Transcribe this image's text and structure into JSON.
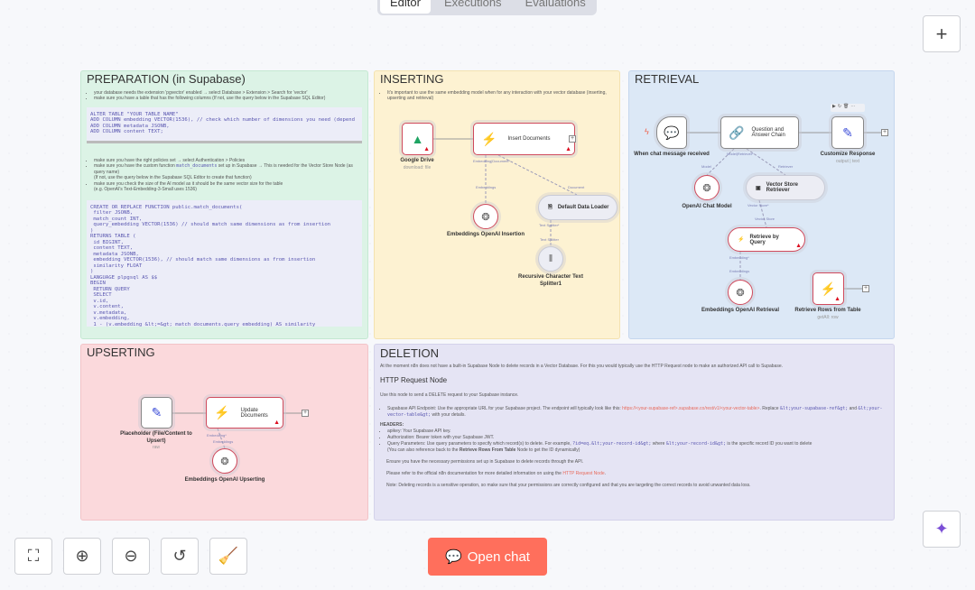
{
  "tabs": [
    "Editor",
    "Executions",
    "Evaluations"
  ],
  "active_tab": "Editor",
  "colors": {
    "open_chat": "#ff6f5c",
    "error": "#d04a5c",
    "preparation": "#dcf3e6",
    "inserting": "#fdf2d2",
    "retrieval": "#dce8f6",
    "upserting": "#fbd9dc",
    "deletion": "#e5e4f4"
  },
  "preparation": {
    "title": "PREPARATION (in Supabase)",
    "bullets1": [
      "your database needs the extension 'pgvector' enabled → select Database > Extension > Search for 'vector'",
      "make sure you have a table that has the following columns (If not, use the query below in the Supabase SQL Editor)"
    ],
    "code1": "ALTER TABLE \"YOUR TABLE NAME\"\nADD COLUMN embedding VECTOR(1536), // check which number of dimensions you need (depend\nADD COLUMN metadata JSONB,\nADD COLUMN content TEXT;",
    "bullet_policies": "make sure you have the right policies set → select Authentication > Policies",
    "bullet_func_pre": "make sure you have the custom function ",
    "bullet_func_code": "match_documents",
    "bullet_func_post": " set up in Supabase → This is needed for the Vector Store Node (as query name)",
    "bullet_func_note": "(If not, use the query below in the Supabase SQL Editor to create that function)",
    "bullet_size": "make sure you check the size of the AI model as it should be the same vector size for the table",
    "bullet_size_note": "(e.g. OpenAI's Text-Embedding-3-Small uses 1536)",
    "code2": "CREATE OR REPLACE FUNCTION public.match_documents(\n filter JSONB,\n match_count INT,\n query_embedding VECTOR(1536) // should match same dimensions as from insertion\n)\nRETURNS TABLE (\n id BIGINT,\n content TEXT,\n metadata JSONB,\n embedding VECTOR(1536), // should match same dimensions as from insertion\n similarity FLOAT\n)\nLANGUAGE plpgsql AS $$\nBEGIN\n RETURN QUERY\n SELECT\n v.id,\n v.content,\n v.metadata,\n v.embedding,\n 1 - (v.embedding &lt;=&gt; match_documents.query_embedding) AS similarity\n FROM \"YOUR TABLE NAME\" v"
  },
  "inserting": {
    "title": "INSERTING",
    "bullet": "It's important to use the same embedding model when for any interaction with your vector database (inserting, upserting and retrieval)",
    "google_drive": "Google Drive",
    "google_drive_sub": "download: file",
    "insert_documents": "Insert Documents",
    "embeddings": "Embeddings OpenAI Insertion",
    "data_loader": "Default Data Loader",
    "splitter": "Recursive Character Text Splitter1",
    "port_embed_doc": "Embedding|Document*",
    "port_embeddings": "Embeddings",
    "port_document": "Document",
    "port_text_splitter_req": "Text Splitter*",
    "port_text_splitter": "Text Splitter"
  },
  "retrieval": {
    "title": "RETRIEVAL",
    "trigger": "When chat message received",
    "qa_chain": "Question and Answer Chain",
    "customize": "Customize Response",
    "customize_sub": "output | text",
    "chat_model": "OpenAI Chat Model",
    "vs_retriever": "Vector Store Retriever",
    "retrieve_query": "Retrieve by Query",
    "embeddings": "Embeddings OpenAI Retrieval",
    "retrieve_rows": "Retrieve Rows from Table",
    "retrieve_rows_sub": "getAll: row",
    "port_model_retriever": "Model|Retriever*",
    "port_model": "Model",
    "port_retriever": "Retriever",
    "port_vector_store_req": "Vector Store*",
    "port_vector_store": "Vector Store",
    "port_embedding_req": "Embedding*",
    "port_embeddings": "Embeddings"
  },
  "upserting": {
    "title": "UPSERTING",
    "placeholder": "Placeholder (File/Content to Upsert)",
    "placeholder_sub": "raw",
    "update_documents": "Update Documents",
    "embeddings": "Embeddings OpenAI Upserting",
    "port_embedding_req": "Embedding*",
    "port_embeddings": "Embeddings"
  },
  "deletion": {
    "title": "DELETION",
    "intro": "At the moment n8n does not have a built-in Supabase Node to delete records in a Vector Database. For this you would typically use the HTTP Request node to make an authorized API call to Supabase.",
    "heading": "HTTP Request Node",
    "use": "Use this node to send a DELETE request to your Supabase instance.",
    "endpoint_pre": "Supabase API Endpoint: Use the appropriate URL for your Supabase project. The endpoint will typically look like this: ",
    "endpoint_url": "https://<your-supabase-ref>.supabase.co/rest/v1/<your-vector-table>",
    "endpoint_mid": ". Replace ",
    "endpoint_code1": "&lt;your-supabase-ref&gt;",
    "endpoint_and": " and ",
    "endpoint_code2": "&lt;your-vector-table&gt;",
    "endpoint_post": " with your details.",
    "headers": "HEADERS:",
    "h_apikey": "apikey: Your Supabase API key.",
    "h_auth": "Authorization: Bearer token with your Supabase JWT.",
    "h_query_pre": "Query Parameters: Use query parameters to specify which record(s) to delete. For example, ",
    "h_query_code1": "?id=eq.&lt;your-record-id&gt;",
    "h_query_mid": " where ",
    "h_query_code2": "&lt;your-record-id&gt;",
    "h_query_post": " is the specific record ID you want to delete",
    "h_query_note_pre": "(You can also reference back to the ",
    "h_query_note_bold": "Retrieve Rows From Table",
    "h_query_note_post": " Node to get the ID dynamically)",
    "ensure": "Ensure you have the necessary permissions set up in Supabase to delete records through the API.",
    "refer_pre": "Please refer to the official n8n documentation for more detailed information on using the ",
    "refer_link": "HTTP Request Node",
    "refer_post": ".",
    "note": "Note: Deleting records is a sensitive operation, so make sure that your permissions are correctly configured and that you are targeting the correct records to avoid unwanted data loss."
  },
  "open_chat": "Open chat"
}
